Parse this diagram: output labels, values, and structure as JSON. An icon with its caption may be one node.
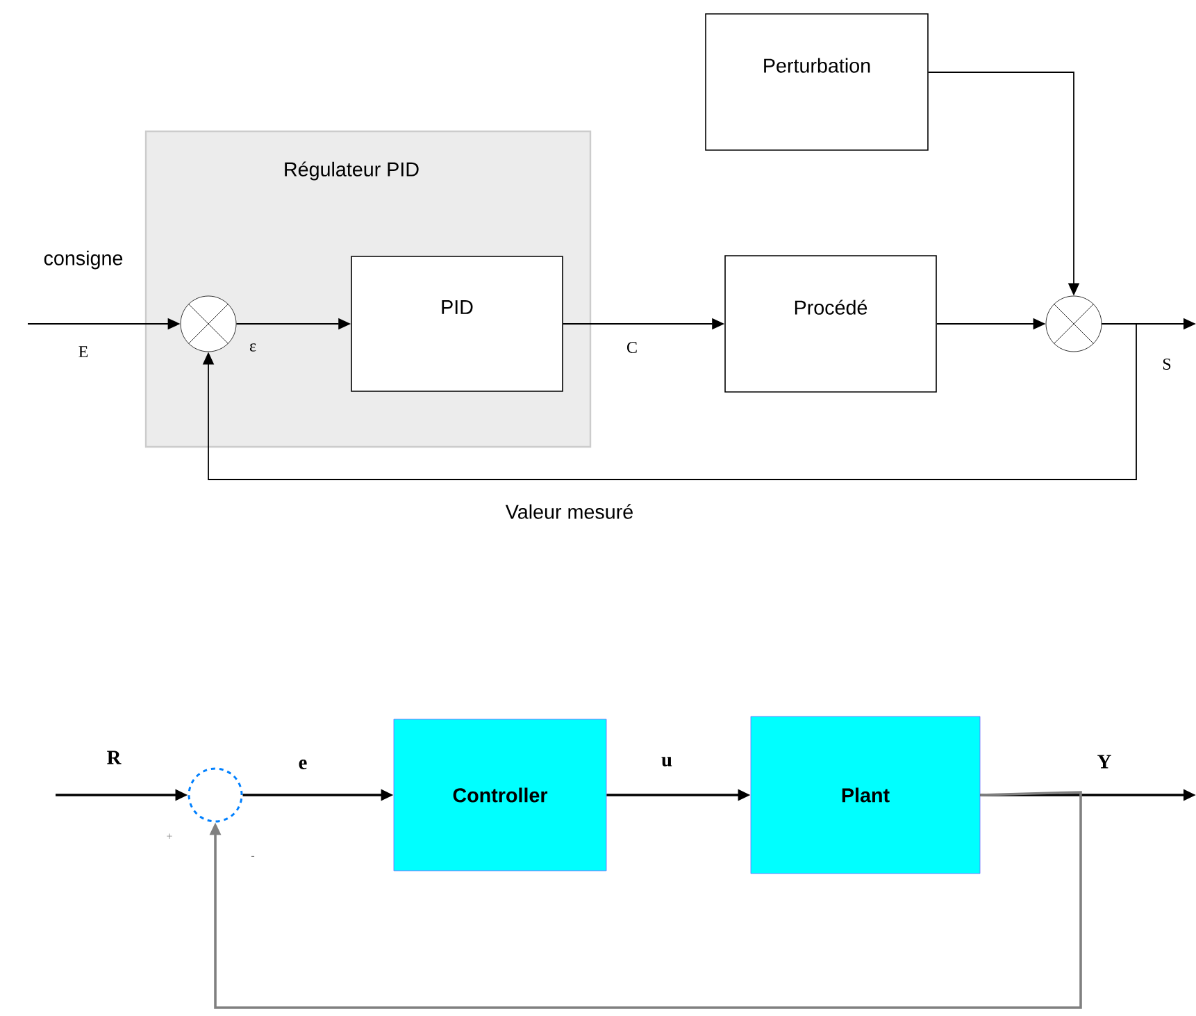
{
  "diagram": {
    "nodes": [
      {
        "text": [
          "Régulateur PID"
        ]
      },
      {
        "text": [],
        "shape": "circle",
        "in": 0
      },
      {
        "text": [
          "PID"
        ],
        "in": 0
      },
      {
        "text": [
          "Perturbation"
        ]
      },
      {
        "text": [
          "Procédé"
        ]
      },
      {
        "text": [],
        "shape": "circle"
      },
      {
        "text": [],
        "shape": "circle"
      },
      {
        "text": [
          "Controller"
        ]
      },
      {
        "text": [
          "Plant"
        ]
      }
    ],
    "edges": [
      {
        "from": null,
        "to": 1,
        "arrow": "to",
        "label": "E"
      },
      {
        "from": 1,
        "to": 2,
        "arrow": "to",
        "label": "ε"
      },
      {
        "from": 2,
        "to": 4,
        "arrow": "to",
        "label": "C"
      },
      {
        "from": 4,
        "to": 5,
        "arrow": "to"
      },
      {
        "from": 3,
        "to": 5,
        "arrow": "to"
      },
      {
        "from": 5,
        "to": null,
        "arrow": "to",
        "label": "S"
      },
      {
        "from": 5,
        "to": 1,
        "arrow": "to",
        "label": "Valeur mesuré"
      },
      {
        "from": null,
        "to": 6,
        "arrow": "to",
        "label": "R"
      },
      {
        "from": 6,
        "to": 7,
        "arrow": "to",
        "label": "e"
      },
      {
        "from": 7,
        "to": 8,
        "arrow": "to",
        "label": "u"
      },
      {
        "from": 8,
        "to": null,
        "arrow": "to",
        "label": "Y"
      },
      {
        "from": 8,
        "to": 6,
        "arrow": "to",
        "color": "#808080"
      }
    ],
    "labels": [
      "consigne",
      "+",
      "-"
    ]
  }
}
